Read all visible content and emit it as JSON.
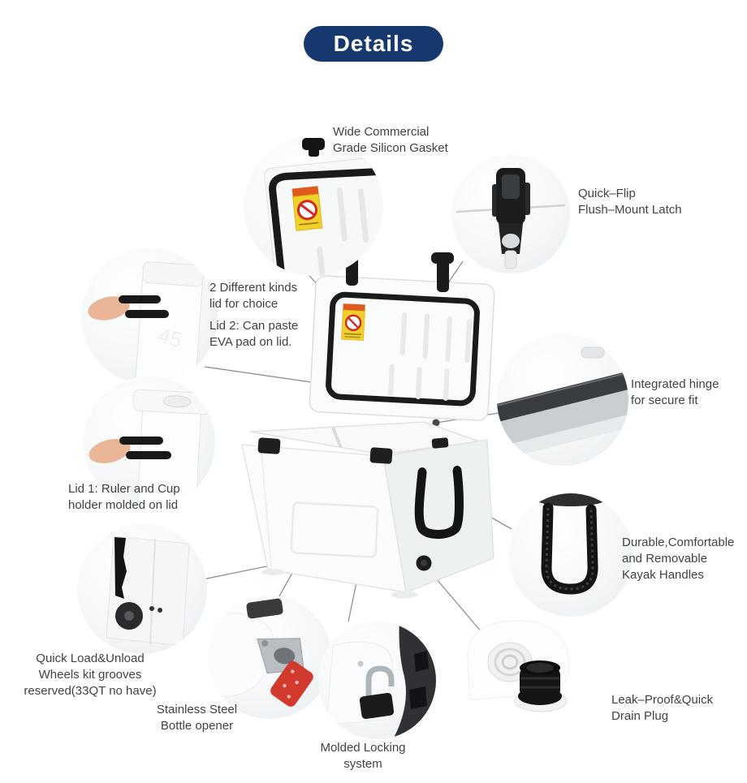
{
  "title": "Details",
  "colors": {
    "accent_navy": "#17386e",
    "label_text": "#3f4347",
    "leader_line": "#8f9194",
    "warning_orange": "#e05a1e",
    "warning_yellow": "#f3cf2b",
    "bottle_cap_red": "#d23a2e",
    "hardware_black": "#1b1b1b"
  },
  "labels": {
    "gasket": "Wide Commercial\nGrade Silicon Gasket",
    "latch": "Quick–Flip\nFlush–Mount Latch",
    "lid_kinds": "2 Different kinds\nlid for choice",
    "lid2": "Lid 2: Can paste\nEVA pad on lid.",
    "hinge": "Integrated hinge\nfor secure fit",
    "lid1": "Lid 1: Ruler and Cup\nholder molded on lid",
    "kayak": "Durable,Comfortable\nand Removable\nKayak Handles",
    "wheels": "Quick Load&Unload\nWheels kit grooves\nreserved(33QT no have)",
    "opener": "Stainless Steel\nBottle opener",
    "locking": "Molded Locking\nsystem",
    "drain": "Leak–Proof&Quick\nDrain Plug"
  }
}
